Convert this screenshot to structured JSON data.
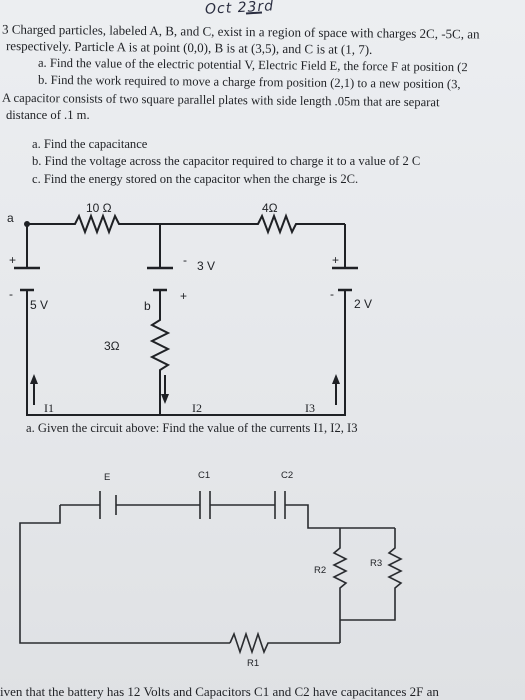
{
  "handwriting": "Oct 23rd",
  "problem3": {
    "line1": "3 Charged particles, labeled A, B, and C, exist in a region of space with charges 2C, -5C, an",
    "line2": "respectively.  Particle A is at point (0,0),  B is at (3,5), and C is at (1, 7).",
    "a": "a.     Find the value of the electric potential V, Electric Field E, the force F at position (2",
    "b": "b.    Find the work required to move a charge from position (2,1) to a new position (3,"
  },
  "capacitor": {
    "line1": "A capacitor consists of two square parallel plates with side length .05m that are separat",
    "line2": "distance of .1 m.",
    "a": "a.    Find the capacitance",
    "b": "b.    Find the voltage across the capacitor required to charge it to a value of 2 C",
    "c": "c.    Find the energy stored on the capacitor when the charge is 2C."
  },
  "circuit1": {
    "node_a": "a",
    "r_top_left": "10 Ω",
    "r_top_right": "4Ω",
    "v_left": "5 V",
    "v_mid": "3 V",
    "v_right": "2 V",
    "r_mid": "3Ω",
    "node_b": "b",
    "plus": "+",
    "minus": "-",
    "i1": "I1",
    "i2": "I2",
    "i3": "I3",
    "question": "a.    Given the circuit above: Find the value of the currents I1, I2, I3"
  },
  "circuit2": {
    "e": "E",
    "c1": "C1",
    "c2": "C2",
    "r1": "R1",
    "r2": "R2",
    "r3": "R3"
  },
  "bottom_line": "iven that the battery has 12 Volts  and Capacitors C1 and C2 have capacitances 2F an"
}
